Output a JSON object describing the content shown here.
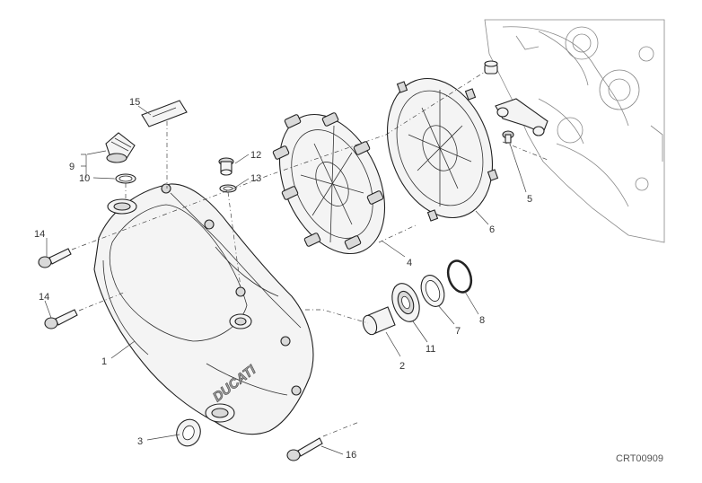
{
  "diagram": {
    "reference_code": "CRT00909",
    "brand_mark": "DUCATI",
    "callouts": [
      {
        "id": "c1",
        "label": "1"
      },
      {
        "id": "c2",
        "label": "2"
      },
      {
        "id": "c3",
        "label": "3"
      },
      {
        "id": "c4",
        "label": "4"
      },
      {
        "id": "c5",
        "label": "5"
      },
      {
        "id": "c6",
        "label": "6"
      },
      {
        "id": "c7",
        "label": "7"
      },
      {
        "id": "c8",
        "label": "8"
      },
      {
        "id": "c9",
        "label": "9"
      },
      {
        "id": "c10",
        "label": "10"
      },
      {
        "id": "c11",
        "label": "11"
      },
      {
        "id": "c12",
        "label": "12"
      },
      {
        "id": "c13",
        "label": "13"
      },
      {
        "id": "c14a",
        "label": "14"
      },
      {
        "id": "c14b",
        "label": "14"
      },
      {
        "id": "c15",
        "label": "15"
      },
      {
        "id": "c16",
        "label": "16"
      }
    ]
  }
}
